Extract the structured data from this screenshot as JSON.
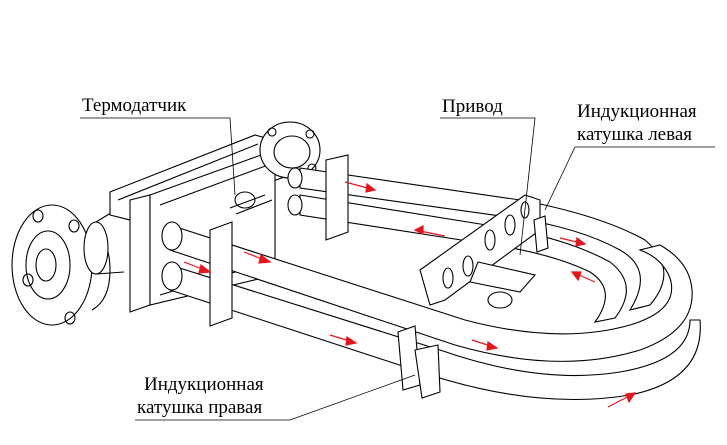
{
  "labels": {
    "thermo": "Термодатчик",
    "drive": "Привод",
    "coil_left_1": "Индукционная",
    "coil_left_2": "катушка левая",
    "coil_right_1": "Индукционная",
    "coil_right_2": "катушка правая"
  },
  "colors": {
    "line": "#000000",
    "arrow": "#e8141b",
    "background": "#ffffff"
  }
}
